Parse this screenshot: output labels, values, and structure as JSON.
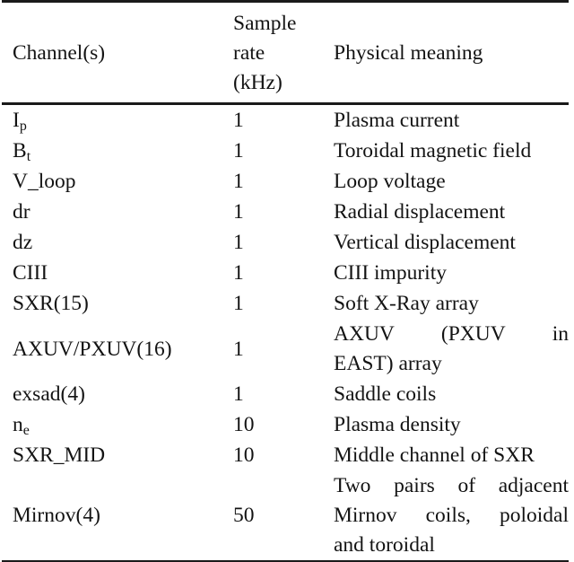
{
  "table": {
    "headers": {
      "channel": "Channel(s)",
      "sample_rate_lines": [
        "Sample",
        "rate",
        "(kHz)"
      ],
      "physical_meaning": "Physical meaning"
    },
    "rows": [
      {
        "channel_base": "I",
        "channel_sub": "p",
        "rate": "1",
        "meaning_lines": [
          "Plasma current"
        ]
      },
      {
        "channel_base": "B",
        "channel_sub": "t",
        "rate": "1",
        "meaning_lines": [
          "Toroidal magnetic field"
        ]
      },
      {
        "channel_base": "V_loop",
        "channel_sub": "",
        "rate": "1",
        "meaning_lines": [
          "Loop voltage"
        ]
      },
      {
        "channel_base": "dr",
        "channel_sub": "",
        "rate": "1",
        "meaning_lines": [
          "Radial displacement"
        ]
      },
      {
        "channel_base": "dz",
        "channel_sub": "",
        "rate": "1",
        "meaning_lines": [
          "Vertical displacement"
        ]
      },
      {
        "channel_base": "CIII",
        "channel_sub": "",
        "rate": "1",
        "meaning_lines": [
          "CIII impurity"
        ]
      },
      {
        "channel_base": "SXR(15)",
        "channel_sub": "",
        "rate": "1",
        "meaning_lines": [
          "Soft X-Ray array"
        ]
      },
      {
        "channel_base": "AXUV/PXUV(16)",
        "channel_sub": "",
        "rate": "1",
        "meaning_lines": [
          "AXUV (PXUV in",
          "EAST) array"
        ]
      },
      {
        "channel_base": "exsad(4)",
        "channel_sub": "",
        "rate": "1",
        "meaning_lines": [
          "Saddle coils"
        ]
      },
      {
        "channel_base": "n",
        "channel_sub": "e",
        "rate": "10",
        "meaning_lines": [
          "Plasma density"
        ]
      },
      {
        "channel_base": "SXR_MID",
        "channel_sub": "",
        "rate": "10",
        "meaning_lines": [
          "Middle channel of SXR"
        ]
      },
      {
        "channel_base": "Mirnov(4)",
        "channel_sub": "",
        "rate": "50",
        "meaning_lines": [
          "Two pairs of adjacent",
          "Mirnov coils, poloidal",
          "and toroidal"
        ]
      }
    ]
  },
  "colors": {
    "text": "#131313",
    "rule": "#1a1a1a",
    "background": "#ffffff"
  }
}
